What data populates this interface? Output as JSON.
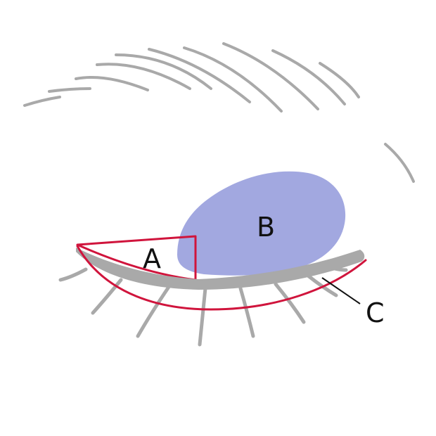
{
  "labels": {
    "a": "A",
    "b": "B",
    "c": "C"
  },
  "colors": {
    "outline_red": "#d0143c",
    "region_blue": "#a2a8e0",
    "lid_gray": "#a9a9a9",
    "text": "#111111"
  }
}
